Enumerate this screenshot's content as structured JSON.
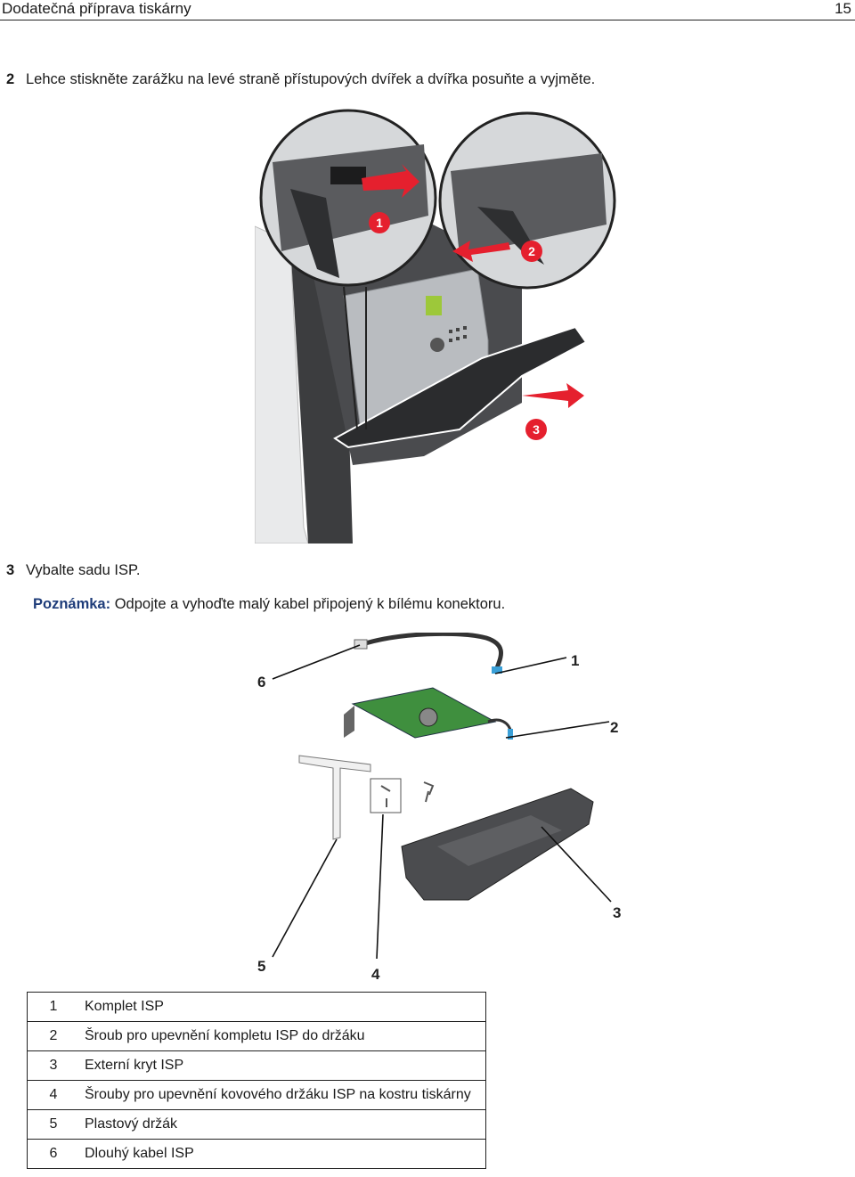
{
  "header": {
    "title": "Dodatečná příprava tiskárny",
    "page_number": "15"
  },
  "steps": [
    {
      "number": "2",
      "text": "Lehce stiskněte zarážku na levé straně přístupových dvířek a dvířka posuňte a vyjměte."
    },
    {
      "number": "3",
      "text": "Vybalte sadu ISP."
    }
  ],
  "note": {
    "label": "Poznámka:",
    "text": "Odpojte a vyhoďte malý kabel připojený k bílému konektoru."
  },
  "figure1": {
    "callouts": [
      "1",
      "2",
      "3"
    ],
    "accent_color": "#e5202e"
  },
  "figure2": {
    "callouts": [
      "1",
      "2",
      "3",
      "4",
      "5",
      "6"
    ]
  },
  "legend": [
    {
      "number": "1",
      "text": "Komplet ISP"
    },
    {
      "number": "2",
      "text": "Šroub pro upevnění kompletu ISP do držáku"
    },
    {
      "number": "3",
      "text": "Externí kryt ISP"
    },
    {
      "number": "4",
      "text": "Šrouby pro upevnění kovového držáku ISP na kostru tiskárny"
    },
    {
      "number": "5",
      "text": "Plastový držák"
    },
    {
      "number": "6",
      "text": "Dlouhý kabel ISP"
    }
  ]
}
